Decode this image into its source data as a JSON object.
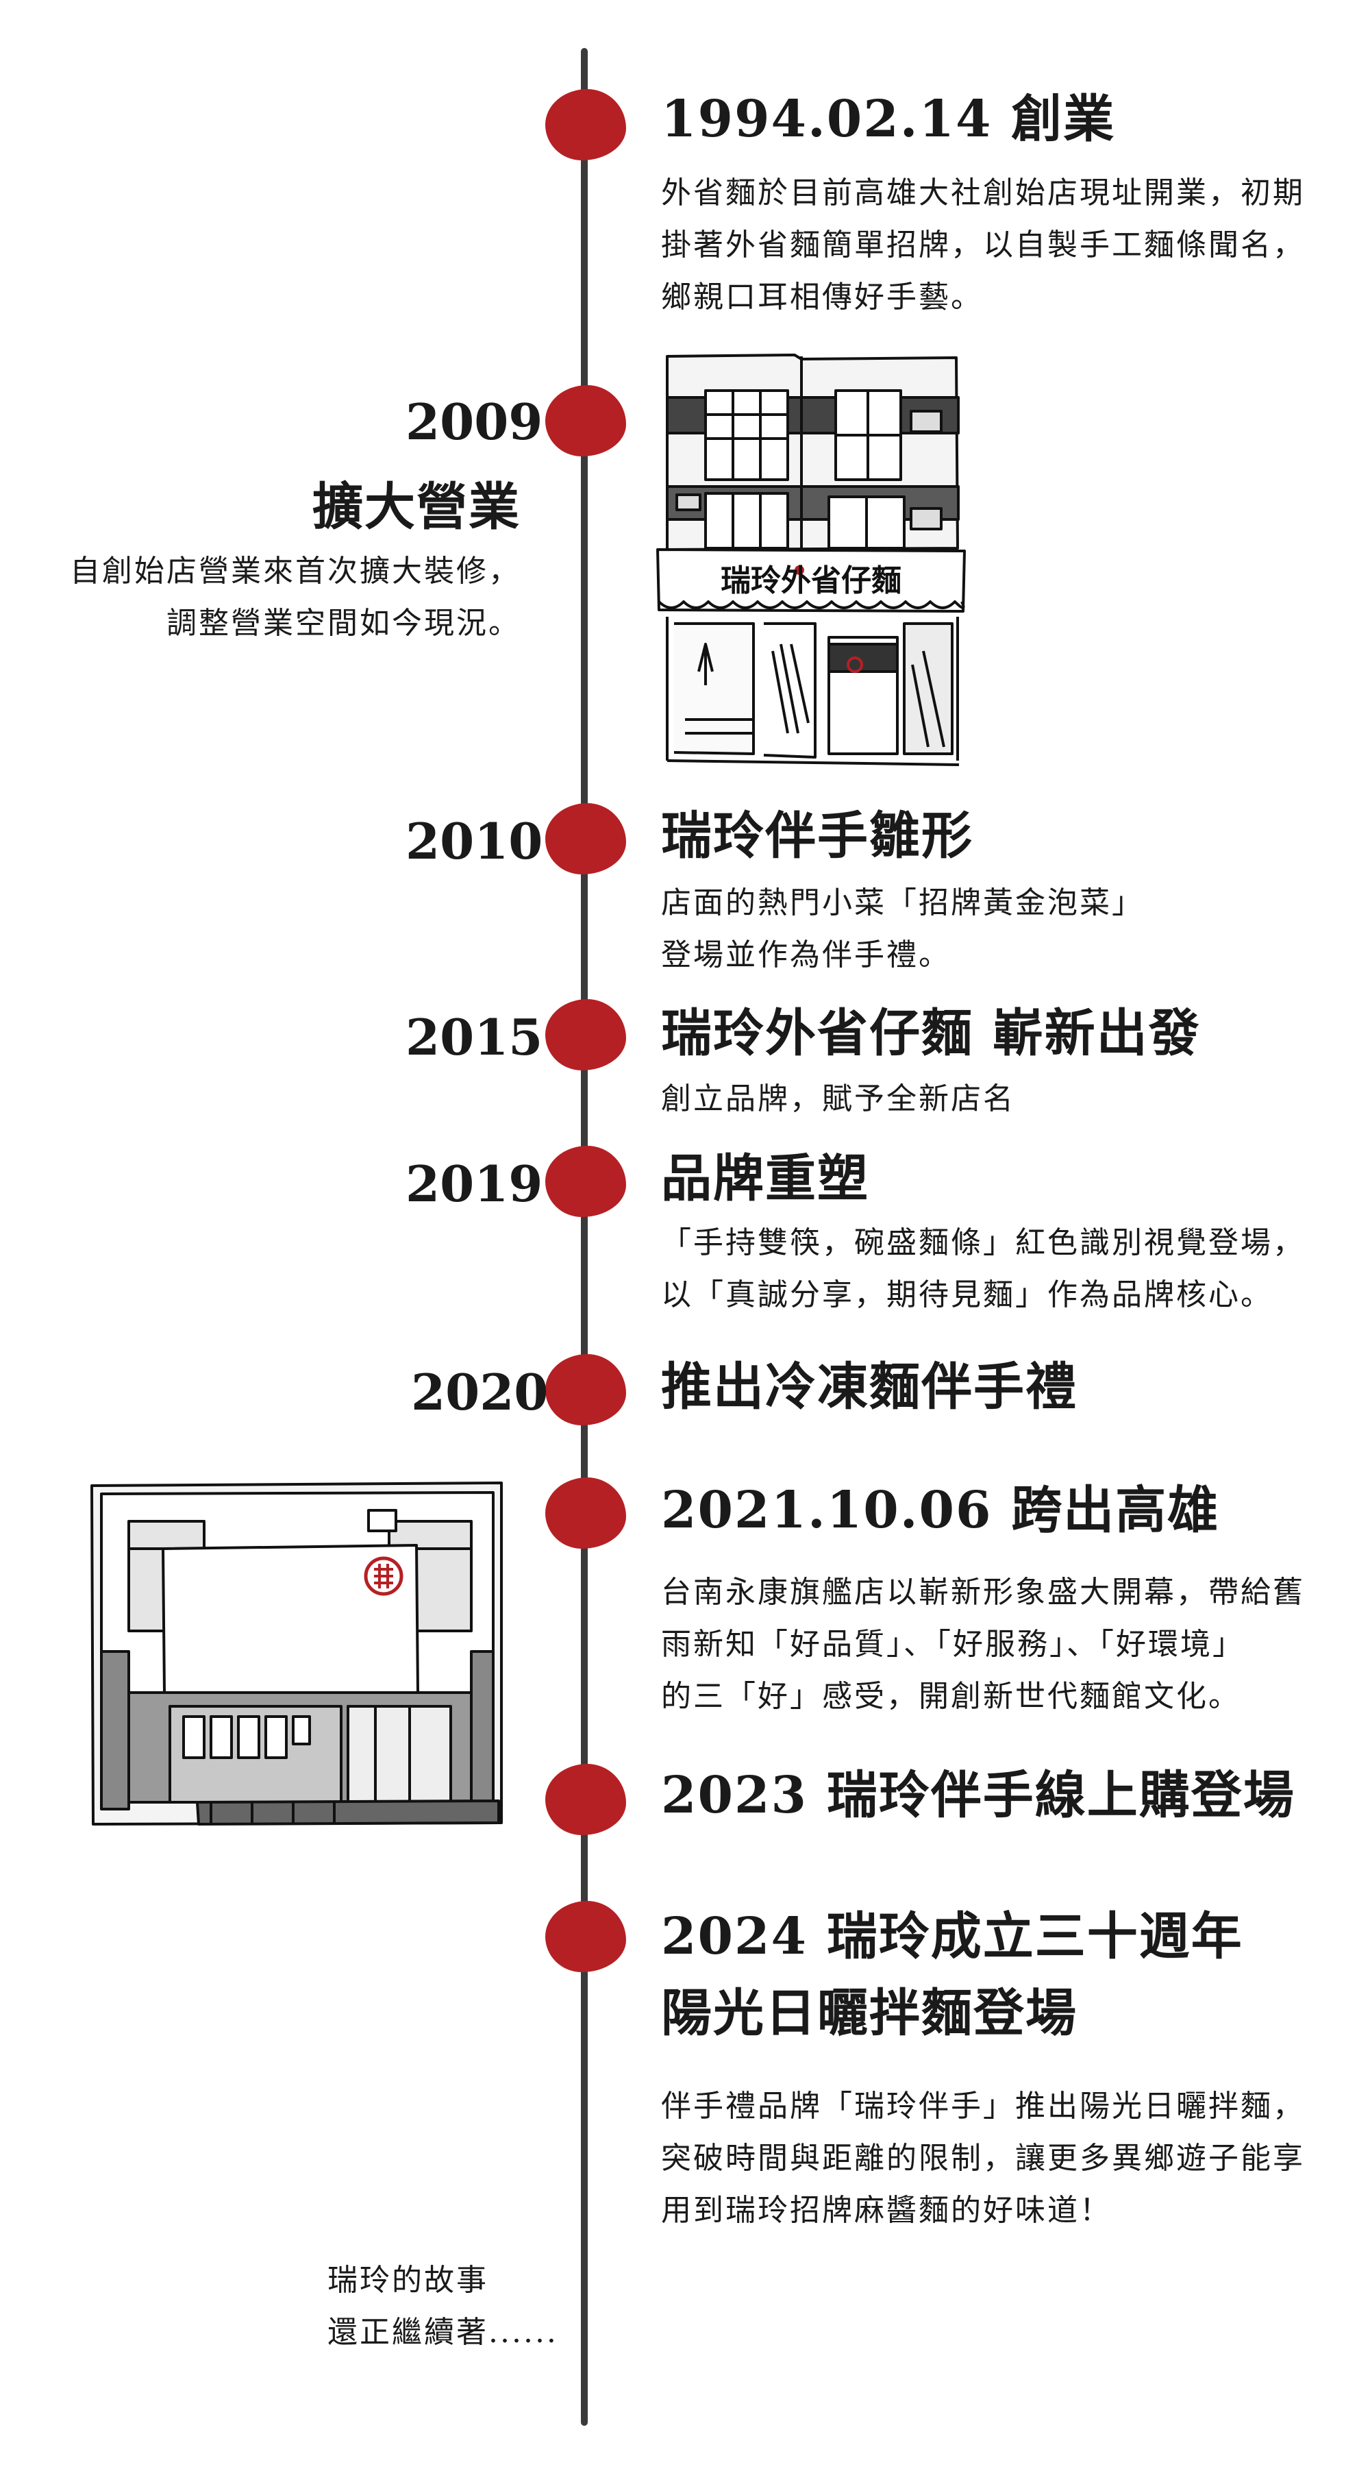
{
  "events": [
    {
      "date": "1994.02.14 創業",
      "body": "外省麵於目前高雄大社創始店現址開業，初期\n掛著外省麵簡單招牌，以自製手工麵條聞名，\n鄉親口耳相傳好手藝。"
    },
    {
      "year": "2009",
      "title": "擴大營業",
      "body": "自創始店營業來首次擴大裝修，\n調整營業空間如今現況。"
    },
    {
      "year": "2010",
      "title": "瑞玲伴手雛形",
      "body": "店面的熱門小菜「招牌黃金泡菜」\n登場並作為伴手禮。"
    },
    {
      "year": "2015",
      "title": "瑞玲外省仔麵 嶄新出發",
      "body": "創立品牌，賦予全新店名"
    },
    {
      "year": "2019",
      "title": "品牌重塑",
      "body": "「手持雙筷，碗盛麵條」紅色識別視覺登場，\n以「真誠分享，期待見麵」作為品牌核心。"
    },
    {
      "year": "2020",
      "title": "推出冷凍麵伴手禮"
    },
    {
      "date": "2021.10.06 跨出高雄",
      "body": "台南永康旗艦店以嶄新形象盛大開幕，帶給舊\n雨新知「好品質」、「好服務」、「好環境」\n的三「好」感受，開創新世代麵館文化。"
    },
    {
      "title": "2023 瑞玲伴手線上購登場"
    },
    {
      "title_line1": "2024 瑞玲成立三十週年",
      "title_line2": "陽光日曬拌麵登場",
      "body": "伴手禮品牌「瑞玲伴手」推出陽光日曬拌麵，\n突破時間與距離的限制，讓更多異鄉遊子能享\n用到瑞玲招牌麻醬麵的好味道！"
    }
  ],
  "illustration_2009": {
    "sign_text": "瑞玲外省仔麵"
  },
  "footer": {
    "line1": "瑞玲的故事",
    "line2": "還正繼續著......"
  },
  "colors": {
    "accent": "#b52024",
    "line": "#3a3a3a"
  }
}
